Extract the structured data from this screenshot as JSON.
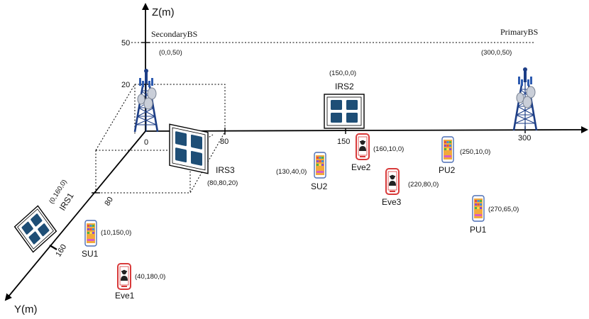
{
  "axes": {
    "z_label": "Z(m)",
    "y_label": "Y(m)",
    "z_ticks": [
      "50",
      "20"
    ],
    "x_ticks": [
      "0",
      "80",
      "150",
      "300"
    ],
    "y_ticks": [
      "80",
      "160"
    ]
  },
  "base_stations": {
    "secondary": {
      "name": "SecondaryBS",
      "coord": "(0,0,50)"
    },
    "primary": {
      "name": "PrimaryBS",
      "coord": "(300,0,50)"
    }
  },
  "irs": {
    "irs1": {
      "name": "IRS1",
      "coord": "(0,160,0)"
    },
    "irs2": {
      "name": "IRS2",
      "coord": "(150,0,0)"
    },
    "irs3": {
      "name": "IRS3",
      "coord": "(80,80,20)"
    }
  },
  "users": {
    "su1": {
      "name": "SU1",
      "coord": "(10,150,0)"
    },
    "su2": {
      "name": "SU2",
      "coord": "(130,40,0)"
    },
    "pu1": {
      "name": "PU1",
      "coord": "(270,65,0)"
    },
    "pu2": {
      "name": "PU2",
      "coord": "(250,10,0)"
    },
    "eve1": {
      "name": "Eve1",
      "coord": "(40,180,0)"
    },
    "eve2": {
      "name": "Eve2",
      "coord": "(160,10,0)"
    },
    "eve3": {
      "name": "Eve3",
      "coord": "(220,80,0)"
    }
  },
  "colors": {
    "tower": "#1d3e86",
    "irs_cell": "#1e4e76",
    "user_phone": "#f2a93b",
    "eve_phone": "#d83a3a",
    "axis": "#000000"
  }
}
